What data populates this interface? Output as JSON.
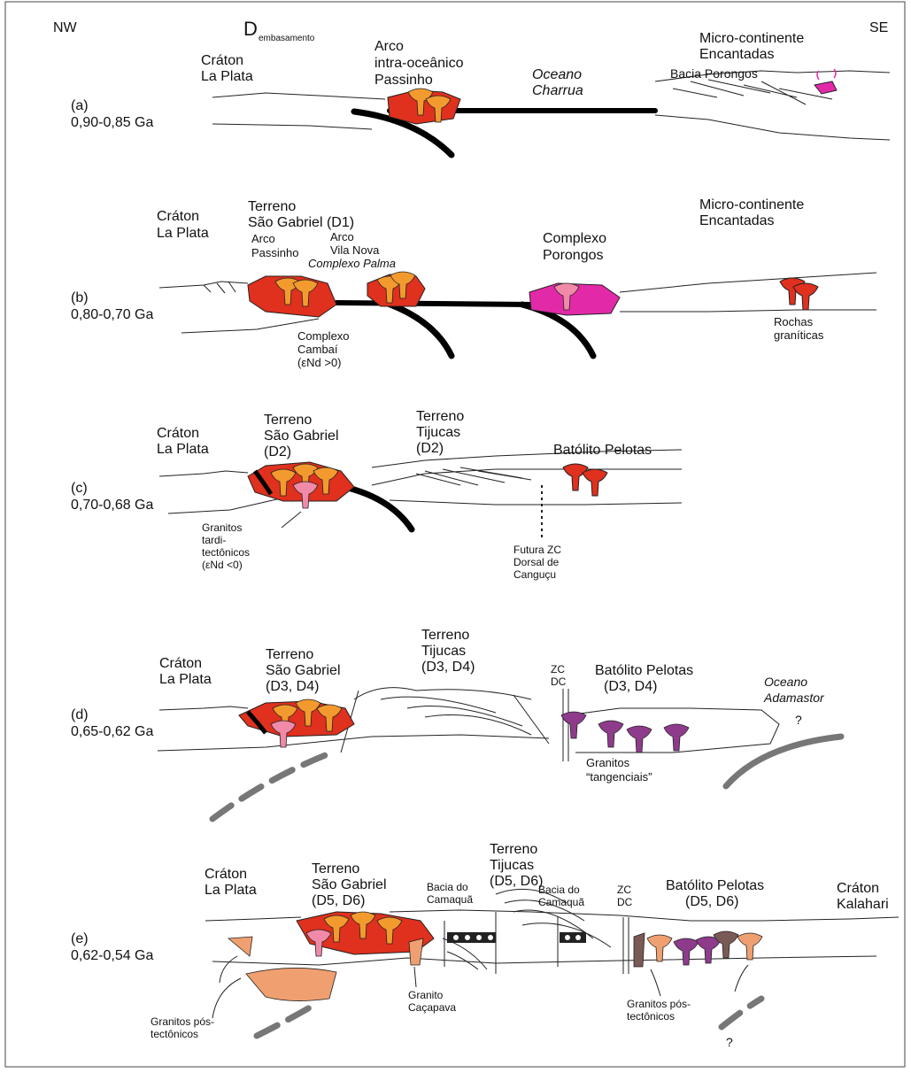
{
  "header": {
    "nw": "NW",
    "se": "SE",
    "d_letter": "D",
    "d_sub": "embasamento"
  },
  "panel_a": {
    "label": "(a)",
    "age": "0,90-0,85 Ga",
    "craton": [
      "Cráton",
      "La Plata"
    ],
    "arc": [
      "Arco",
      "intra-oceânico",
      "Passinho"
    ],
    "ocean": [
      "Oceano",
      "Charrua"
    ],
    "micro": [
      "Micro-continente",
      "Encantadas"
    ],
    "basin": "Bacia Porongos"
  },
  "panel_b": {
    "label": "(b)",
    "age": "0,80-0,70 Ga",
    "craton": [
      "Cráton",
      "La Plata"
    ],
    "terrane": [
      "Terreno",
      "São Gabriel (D1)"
    ],
    "arco_passinho": [
      "Arco",
      "Passinho"
    ],
    "arco_vila_nova": [
      "Arco",
      "Vila Nova"
    ],
    "complexo_palma": "Complexo Palma",
    "complexo_porongos": [
      "Complexo",
      "Porongos"
    ],
    "micro": [
      "Micro-continente",
      "Encantadas"
    ],
    "cambai": [
      "Complexo",
      "Cambaí",
      "(εNd >0)"
    ],
    "rochas": [
      "Rochas",
      "graníticas"
    ]
  },
  "panel_c": {
    "label": "(c)",
    "age": "0,70-0,68 Ga",
    "craton": [
      "Cráton",
      "La Plata"
    ],
    "sao_gabriel": [
      "Terreno",
      "São Gabriel",
      "(D2)"
    ],
    "tijucas": [
      "Terreno",
      "Tijucas",
      "(D2)"
    ],
    "pelotas": "Batólito Pelotas",
    "granitos": [
      "Granitos",
      "tardi-",
      "tectônicos",
      "(εNd  <0)"
    ],
    "futura": [
      "Futura ZC",
      "Dorsal de",
      "Canguçu"
    ]
  },
  "panel_d": {
    "label": "(d)",
    "age": "0,65-0,62 Ga",
    "craton": [
      "Cráton",
      "La Plata"
    ],
    "sao_gabriel": [
      "Terreno",
      "São Gabriel",
      "(D3, D4)"
    ],
    "tijucas": [
      "Terreno",
      "Tijucas",
      "(D3, D4)"
    ],
    "zc": [
      "ZC",
      "DC"
    ],
    "pelotas": [
      "Batólito Pelotas",
      "(D3, D4)"
    ],
    "ocean": [
      "Oceano",
      "Adamastor"
    ],
    "question": "?",
    "granitos": [
      "Granitos",
      "“tangenciais”"
    ]
  },
  "panel_e": {
    "label": "(e)",
    "age": "0,62-0,54 Ga",
    "craton_lp": [
      "Cráton",
      "La Plata"
    ],
    "sao_gabriel": [
      "Terreno",
      "São Gabriel",
      "(D5, D6)"
    ],
    "bacia1": [
      "Bacia do",
      "Camaquã"
    ],
    "tijucas": [
      "Terreno",
      "Tijucas",
      "(D5, D6)"
    ],
    "bacia2": [
      "Bacia do",
      "Camaquã"
    ],
    "zc": [
      "ZC",
      "DC"
    ],
    "pelotas": [
      "Batólito Pelotas",
      "(D5, D6)"
    ],
    "kalahari": [
      "Cráton",
      "Kalahari"
    ],
    "granitos_left": [
      "Granitos pós-",
      "tectônicos"
    ],
    "cacapava": [
      "Granito",
      "Caçapava"
    ],
    "granitos_right": [
      "Granitos pós-",
      "tectônicos"
    ],
    "question": "?"
  },
  "colors": {
    "arc_red": "#e0301e",
    "granite_orange": "#f39a2e",
    "porongos_magenta": "#e22aa8",
    "tangential_purple": "#8e3b8c",
    "post_tectonic_salmon": "#f0a070",
    "subduction_slab": "#000000",
    "future_slab_gray": "#777777"
  }
}
